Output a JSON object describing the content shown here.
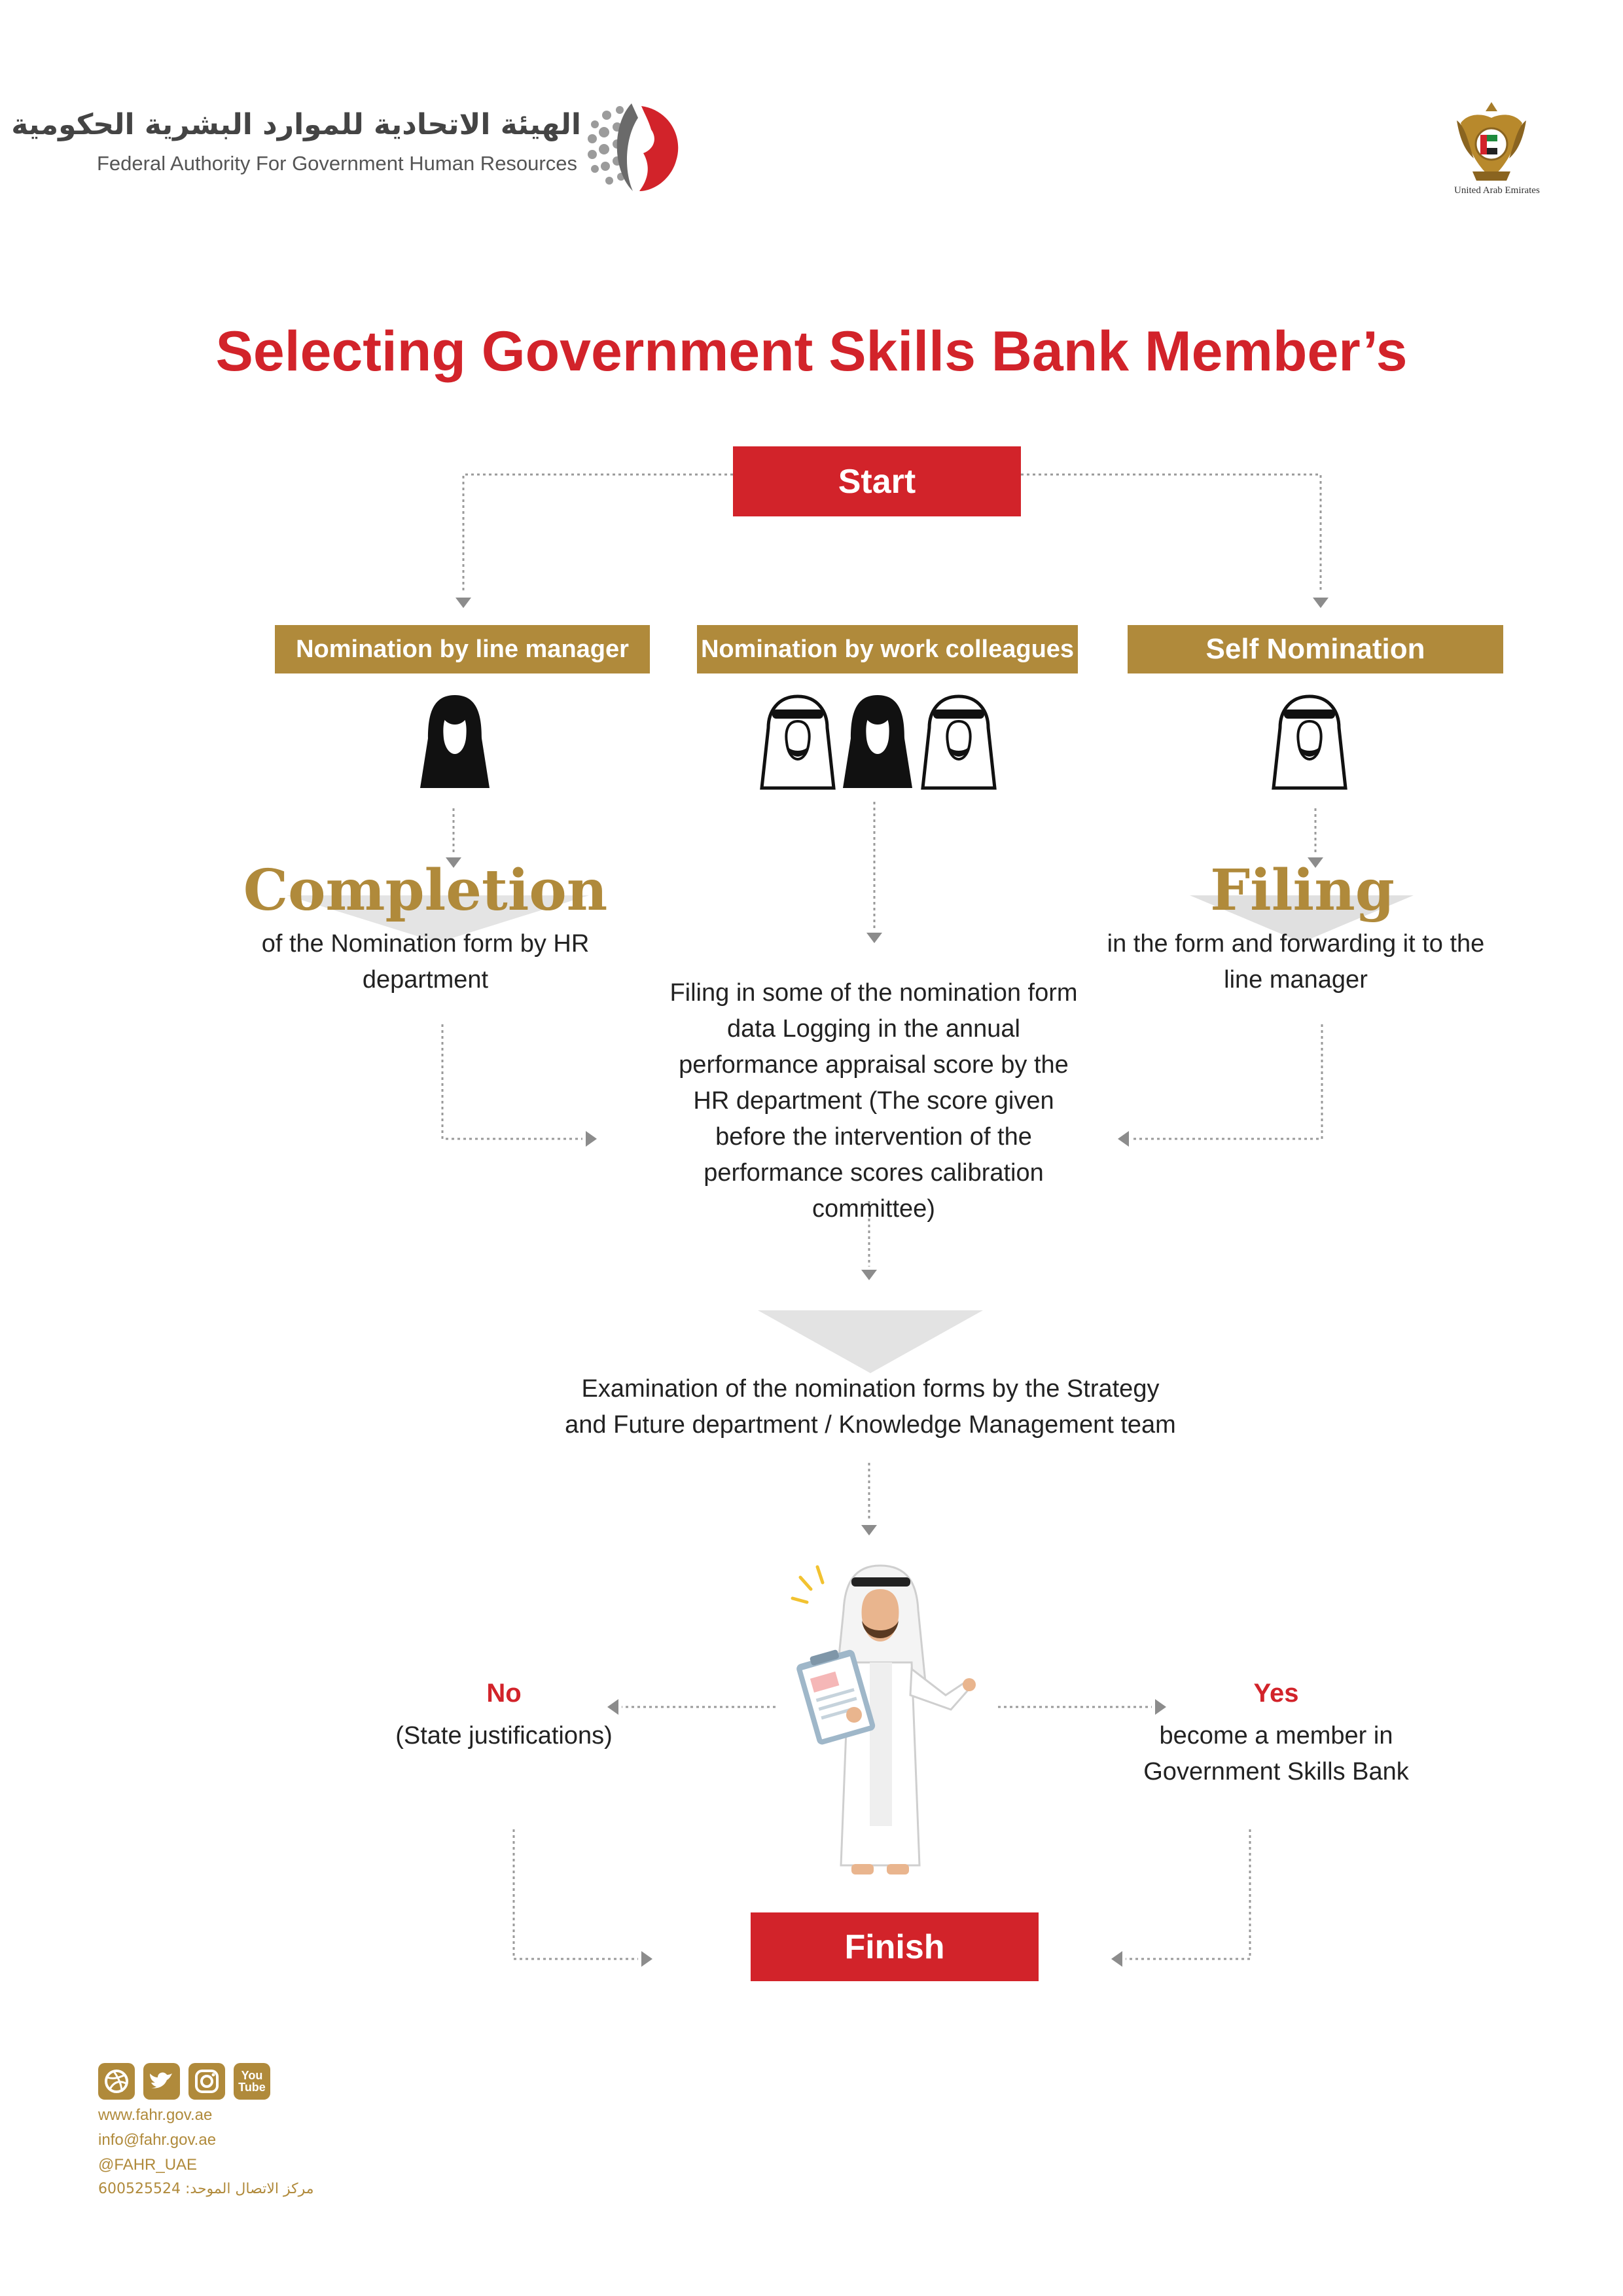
{
  "header": {
    "org_name_ar": "الهيئة الاتحادية للموارد البشرية الحكومية",
    "org_name_en": "Federal Authority For Government Human Resources",
    "emblem_caption": "United Arab Emirates"
  },
  "title": "Selecting Government Skills Bank Member’s",
  "flow": {
    "start": "Start",
    "paths": [
      {
        "label": "Nomination by line manager",
        "icon": "woman-icon"
      },
      {
        "label": "Nomination by work colleagues",
        "icon": "group-icon"
      },
      {
        "label": "Self Nomination",
        "icon": "man-icon"
      }
    ],
    "completion": {
      "heading": "Completion",
      "text": "of the Nomination form by HR department"
    },
    "filing": {
      "heading": "Filing",
      "text": "in the form and forwarding it to the line manager"
    },
    "colleagues_step": "Filing in some of the nomination form data Logging in the annual performance appraisal score by the HR department (The score given before the intervention of the performance scores calibration committee)",
    "examination": "Examination of the nomination forms by the Strategy and Future department / Knowledge Management team",
    "no": {
      "label": "No",
      "text": "(State justifications)"
    },
    "yes": {
      "label": "Yes",
      "text": "become a member in Government Skills Bank"
    },
    "finish": "Finish"
  },
  "footer": {
    "social_icons": [
      "dribbble-icon",
      "twitter-icon",
      "instagram-icon",
      "youtube-icon"
    ],
    "youtube_label": "You Tube",
    "website": "www.fahr.gov.ae",
    "email": "info@fahr.gov.ae",
    "handle": "@FAHR_UAE",
    "call_center": "مركز الاتصال الموحد: 600525524"
  },
  "colors": {
    "accent_red": "#d2232a",
    "gold": "#b08a3b",
    "arrow_gray": "#8c8c8c"
  }
}
